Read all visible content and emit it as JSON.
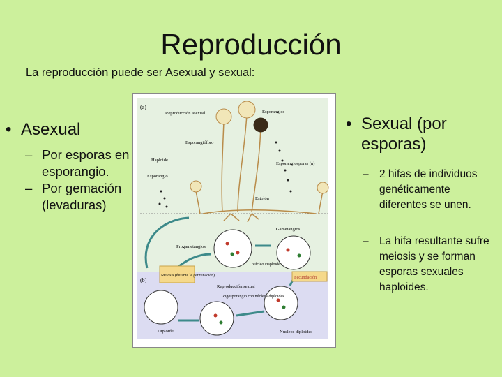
{
  "title": "Reproducción",
  "subtitle": "La reproducción puede ser Asexual y sexual:",
  "left": {
    "heading": "Asexual",
    "items": [
      "Por esporas en esporangio.",
      "Por gemación (levaduras)"
    ]
  },
  "right": {
    "heading": "Sexual (por esporas)",
    "items": [
      "2 hifas de individuos genéticamente diferentes se unen.",
      "La hifa resultante sufre meiosis y se forman esporas sexuales haploides."
    ]
  },
  "figure": {
    "panel_a": "(a)",
    "panel_b": "(b)",
    "labels": {
      "repro_asexual": "Reproducción asexual",
      "esporangios": "Esporangios",
      "esporangioforo": "Esporangióforo",
      "haploide": "Haploide",
      "esporangio": "Esporangio",
      "esporangiosporas": "Esporangiosporas (n)",
      "estolon": "Estolón",
      "gametangios": "Gametangios",
      "progametangios": "Progametangios",
      "nucleo_haploide": "Núcleo Haploide",
      "meiosis": "Meiosis (durante la germinación)",
      "fecundacion": "Fecundación",
      "repro_sexual": "Reproducción sexual",
      "zigosporangio": "Zigosporangio con núcleos diploides",
      "diploide": "Diploide",
      "nucleos_diploides": "Núcleos diploides"
    }
  }
}
